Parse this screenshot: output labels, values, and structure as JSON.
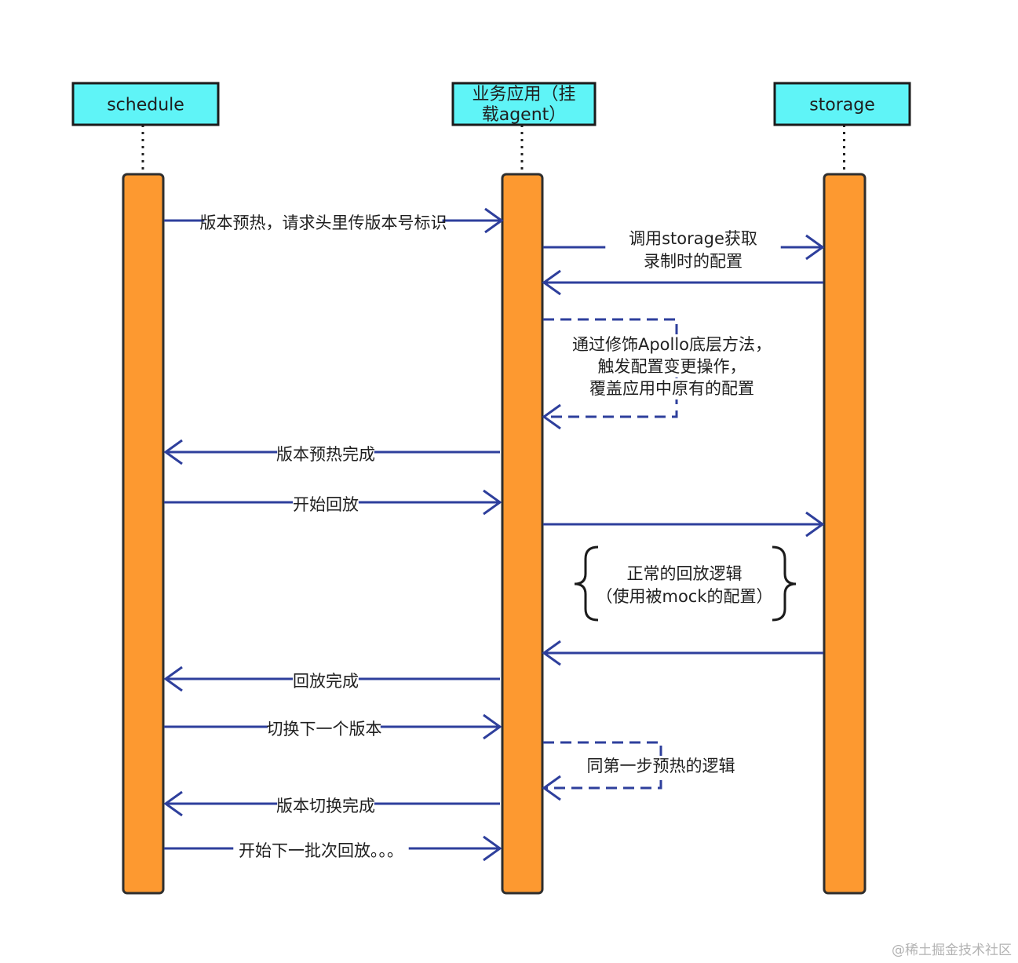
{
  "participants": [
    {
      "id": "schedule",
      "label_lines": [
        "schedule"
      ]
    },
    {
      "id": "app",
      "label_lines": [
        "业务应用（挂",
        "载agent）"
      ]
    },
    {
      "id": "storage",
      "label_lines": [
        "storage"
      ]
    }
  ],
  "messages": [
    {
      "id": "m1",
      "from": "schedule",
      "to": "app",
      "style": "solid",
      "label_lines": [
        "版本预热，请求头里传版本号标识"
      ]
    },
    {
      "id": "m2",
      "from": "app",
      "to": "storage",
      "style": "solid",
      "label_lines": [
        "调用storage获取",
        "录制时的配置"
      ]
    },
    {
      "id": "m3",
      "from": "storage",
      "to": "app",
      "style": "solid",
      "label_lines": []
    },
    {
      "id": "m4",
      "from": "app",
      "to": "app",
      "style": "dashed",
      "label_lines": [
        "通过修饰Apollo底层方法，",
        "触发配置变更操作，",
        "覆盖应用中原有的配置"
      ]
    },
    {
      "id": "m5",
      "from": "app",
      "to": "schedule",
      "style": "solid",
      "label_lines": [
        "版本预热完成"
      ]
    },
    {
      "id": "m6",
      "from": "schedule",
      "to": "app",
      "style": "solid",
      "label_lines": [
        "开始回放"
      ]
    },
    {
      "id": "m7",
      "from": "app",
      "to": "storage",
      "style": "solid",
      "label_lines": []
    },
    {
      "id": "m8",
      "from": "storage",
      "to": "app",
      "style": "solid",
      "label_lines": []
    },
    {
      "id": "m9",
      "from": "app",
      "to": "schedule",
      "style": "solid",
      "label_lines": [
        "回放完成"
      ]
    },
    {
      "id": "m10",
      "from": "schedule",
      "to": "app",
      "style": "solid",
      "label_lines": [
        "切换下一个版本"
      ]
    },
    {
      "id": "m11",
      "from": "app",
      "to": "app",
      "style": "dashed",
      "label_lines": [
        "同第一步预热的逻辑"
      ]
    },
    {
      "id": "m12",
      "from": "app",
      "to": "schedule",
      "style": "solid",
      "label_lines": [
        "版本切换完成"
      ]
    },
    {
      "id": "m13",
      "from": "schedule",
      "to": "app",
      "style": "solid",
      "label_lines": [
        "开始下一批次回放。。。"
      ]
    }
  ],
  "note": {
    "label_lines": [
      "正常的回放逻辑",
      "（使用被mock的配置）"
    ]
  },
  "watermark": "@稀土掘金技术社区",
  "colors": {
    "participant_fill": "#5ff4f7",
    "participant_stroke": "#1b1b1b",
    "activation_fill": "#fd9930",
    "activation_stroke": "#2e2e2e",
    "arrow": "#2e3f9c",
    "text": "#1f1f1f"
  }
}
